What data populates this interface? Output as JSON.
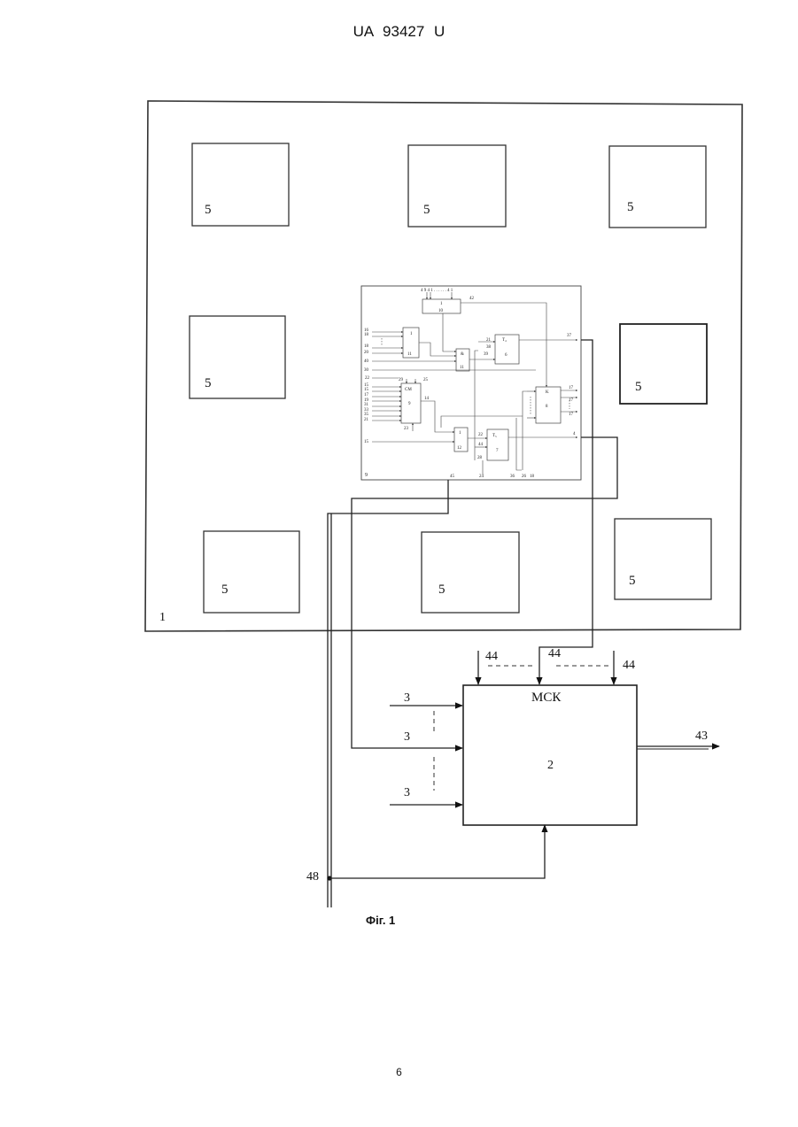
{
  "header": {
    "patent_number": "UA   93427   U"
  },
  "page_number": "6",
  "diagram": {
    "outer_label": "1",
    "module_label": "5",
    "inner": {
      "frame_label": "9",
      "b10_top": "1",
      "b10": "10",
      "b11_top": "1",
      "b11": "11",
      "bI_top": "&",
      "bI": "11",
      "b6_top": "T₄",
      "b6": "6",
      "bCM": "CM",
      "b9": "9",
      "b8_top": "K",
      "b8": "8",
      "b12_top": "1",
      "b12": "12",
      "b7_top": "T₅",
      "b7": "7",
      "in_top": "4 9 4 1 . . . . . . 4 1",
      "n42": "42",
      "left_inputs_a": [
        "16",
        "18",
        "18",
        "20",
        "40"
      ],
      "n30": "30",
      "n21": "21",
      "n22": "22",
      "n38": "38",
      "n39": "39",
      "n37": "37",
      "n29": "29",
      "left_inputs_b": [
        "15",
        "15",
        "17",
        "19",
        "31",
        "33",
        "35",
        "21"
      ],
      "n14": "14",
      "n23": "23",
      "n15": "15",
      "out8": [
        "17",
        "17",
        "17"
      ],
      "n4": "4",
      "n22b": "22",
      "n44i": "44",
      "n28": "28",
      "n25": "25",
      "n24": "24",
      "n36": "36",
      "n26": "26",
      "n18b": "18",
      "n45": "45"
    },
    "msk_title": "МСК",
    "msk_number": "2",
    "bus_label": "44",
    "input_label": "3",
    "output_label": "43",
    "clock_label": "48"
  },
  "caption": "Фіг. 1"
}
